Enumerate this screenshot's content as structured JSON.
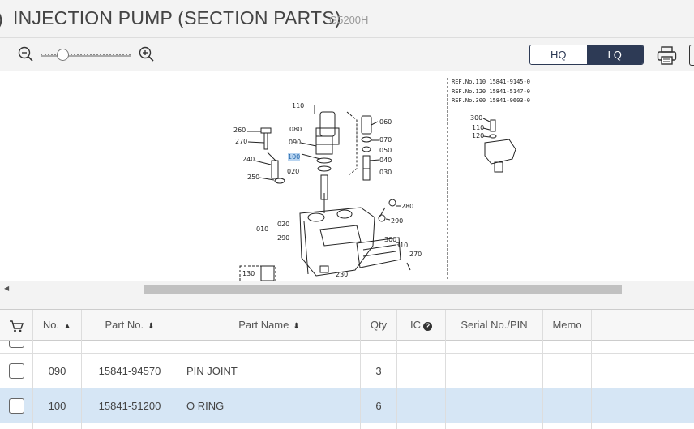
{
  "header": {
    "title_prefix": ")",
    "title": "INJECTION PUMP (SECTION PARTS)",
    "model": "G5200H"
  },
  "toolbar": {
    "zoom_out_icon": "zoom-out-icon",
    "zoom_in_icon": "zoom-in-icon",
    "zoom_level": 0.25,
    "quality_options": [
      "HQ",
      "LQ"
    ],
    "quality_selected": "LQ",
    "print_icon": "printer-icon"
  },
  "diagram": {
    "ref_lines": [
      "REF.No.110  15841-9145-0",
      "REF.No.120  15841-5147-0",
      "REF.No.300  15841-9603-0"
    ],
    "callouts": [
      "110",
      "060",
      "080",
      "090",
      "260",
      "270",
      "070",
      "100",
      "050",
      "240",
      "040",
      "020",
      "030",
      "250",
      "280",
      "010",
      "020",
      "290",
      "290",
      "300",
      "310",
      "270",
      "130",
      "230",
      "300",
      "110",
      "120"
    ],
    "highlighted_callout": "100"
  },
  "table": {
    "columns": [
      "No.",
      "Part No.",
      "Part Name",
      "Qty",
      "IC",
      "Serial No./PIN",
      "Memo"
    ],
    "rows": [
      {
        "no": "090",
        "part_no": "15841-94570",
        "part_name": "PIN JOINT",
        "qty": "3",
        "selected": false
      },
      {
        "no": "100",
        "part_no": "15841-51200",
        "part_name": "O RING",
        "qty": "6",
        "selected": true
      }
    ]
  },
  "colors": {
    "accent_dark": "#2d3a55",
    "selected_row": "#d6e6f5",
    "highlight": "#b8d4f0"
  }
}
